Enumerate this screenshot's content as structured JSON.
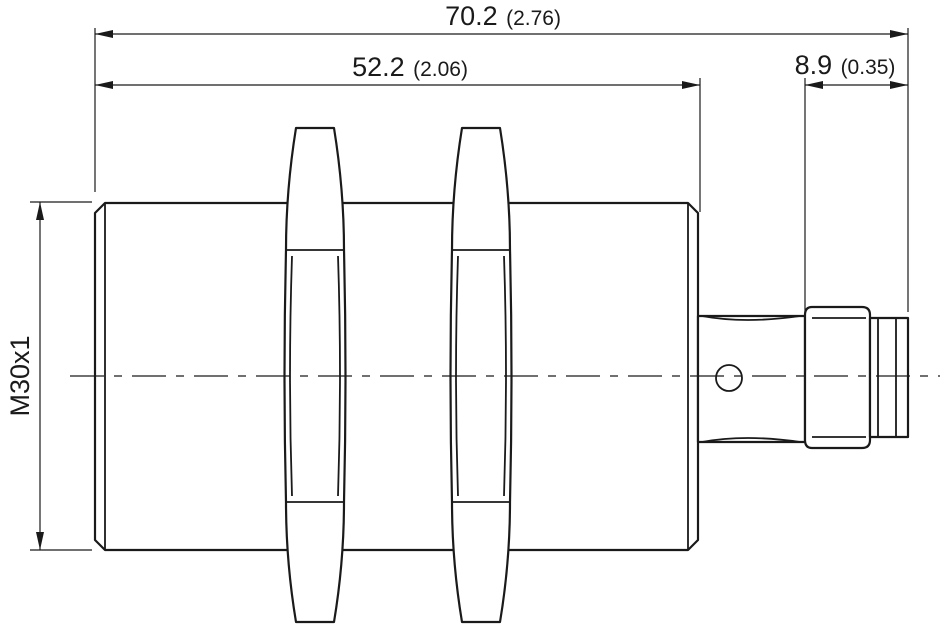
{
  "dimensions": {
    "overall_length": {
      "value": "70.2",
      "inch": "(2.76)"
    },
    "body_length": {
      "value": "52.2",
      "inch": "(2.06)"
    },
    "connector_length": {
      "value": "8.9",
      "inch": "(0.35)"
    },
    "thread": {
      "label": "M30x1"
    }
  },
  "colors": {
    "line": "#1a1a1a",
    "background": "#ffffff"
  }
}
